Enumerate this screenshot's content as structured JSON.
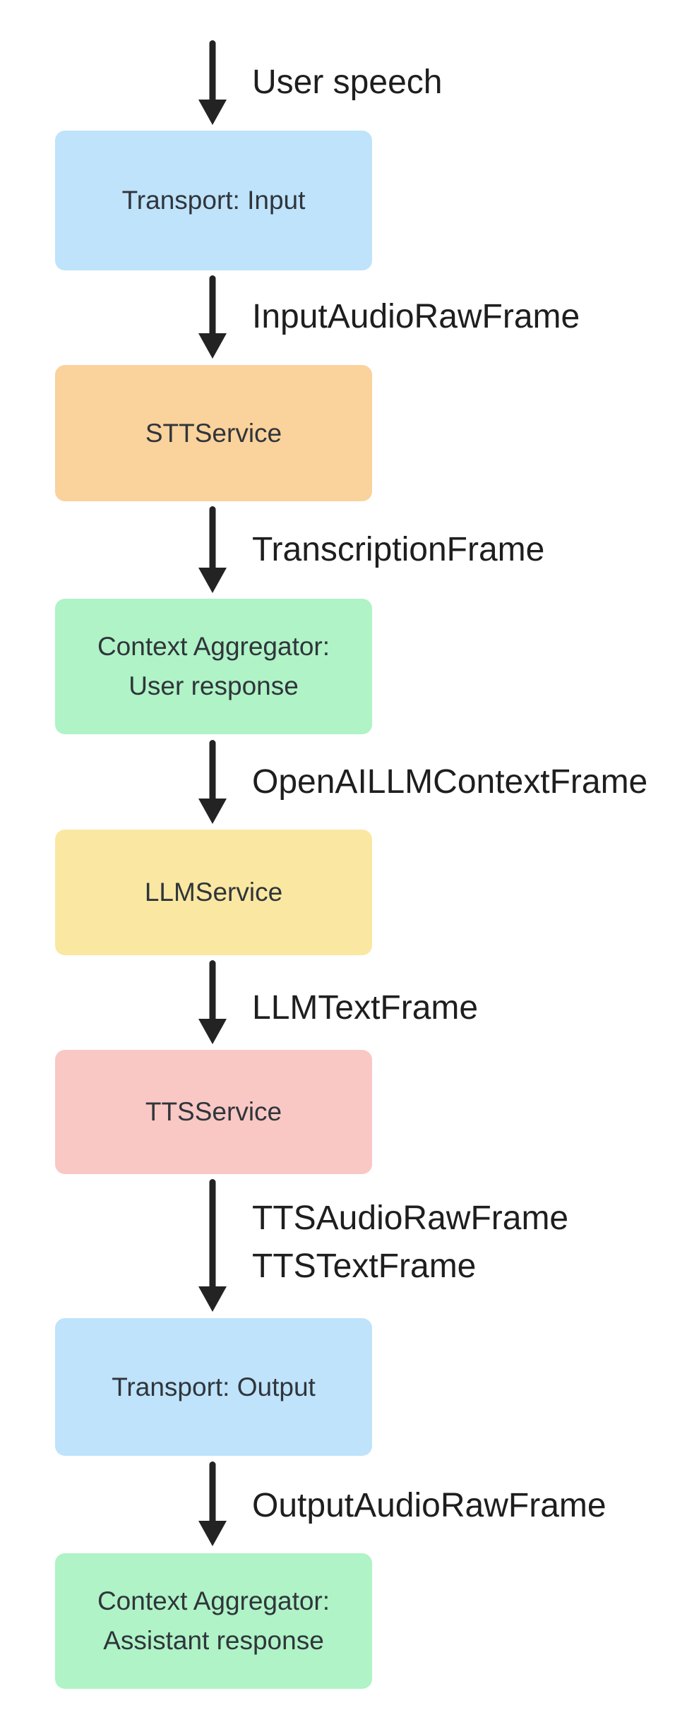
{
  "diagram": {
    "colors": {
      "transport_blue": "#BEE3FB",
      "stt_orange": "#FAD29B",
      "aggregator_green": "#AFF3C6",
      "llm_yellow": "#FAE7A1",
      "tts_pink": "#F9C8C4",
      "arrow": "#232323",
      "label_text": "#1E1E1E",
      "node_text": "#30353B",
      "background": "#FFFFFF"
    },
    "nodes": [
      {
        "name": "transport-input",
        "color": "#BEE3FB",
        "lines": [
          "Transport: Input"
        ]
      },
      {
        "name": "stt-service",
        "color": "#FAD29B",
        "lines": [
          "STTService"
        ]
      },
      {
        "name": "context-aggregator-user",
        "color": "#AFF3C6",
        "lines": [
          "Context Aggregator:",
          "User response"
        ]
      },
      {
        "name": "llm-service",
        "color": "#FAE7A1",
        "lines": [
          "LLMService"
        ]
      },
      {
        "name": "tts-service",
        "color": "#F9C8C4",
        "lines": [
          "TTSService"
        ]
      },
      {
        "name": "transport-output",
        "color": "#BEE3FB",
        "lines": [
          "Transport: Output"
        ]
      },
      {
        "name": "context-aggregator-assistant",
        "color": "#AFF3C6",
        "lines": [
          "Context Aggregator:",
          "Assistant response"
        ]
      }
    ],
    "arrows": [
      {
        "name": "user-speech-arrow",
        "labels": [
          "User speech"
        ]
      },
      {
        "name": "input-audio-arrow",
        "labels": [
          "InputAudioRawFrame"
        ]
      },
      {
        "name": "transcription-arrow",
        "labels": [
          "TranscriptionFrame"
        ]
      },
      {
        "name": "openai-llm-context-arrow",
        "labels": [
          "OpenAILLMContextFrame"
        ]
      },
      {
        "name": "llm-text-arrow",
        "labels": [
          "LLMTextFrame"
        ]
      },
      {
        "name": "tts-output-arrow",
        "labels": [
          "TTSAudioRawFrame",
          "TTSTextFrame"
        ]
      },
      {
        "name": "output-audio-arrow",
        "labels": [
          "OutputAudioRawFrame"
        ]
      }
    ]
  }
}
